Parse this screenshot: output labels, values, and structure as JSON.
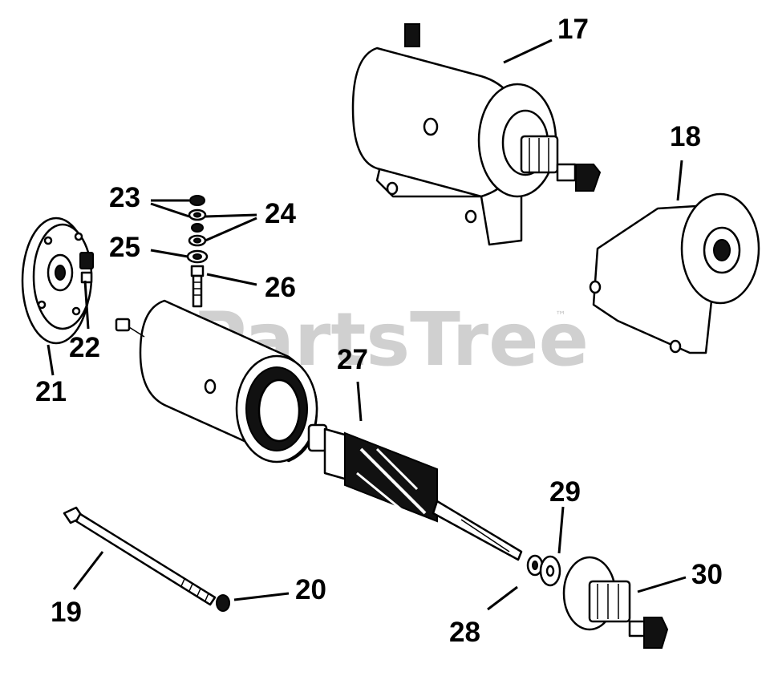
{
  "watermark": {
    "text": "PartsTree",
    "trademark": "™"
  },
  "callouts": {
    "17": "17",
    "18": "18",
    "19": "19",
    "20": "20",
    "21": "21",
    "22": "22",
    "23": "23",
    "24": "24",
    "25": "25",
    "26": "26",
    "27": "27",
    "28": "28",
    "29": "29",
    "30": "30"
  }
}
